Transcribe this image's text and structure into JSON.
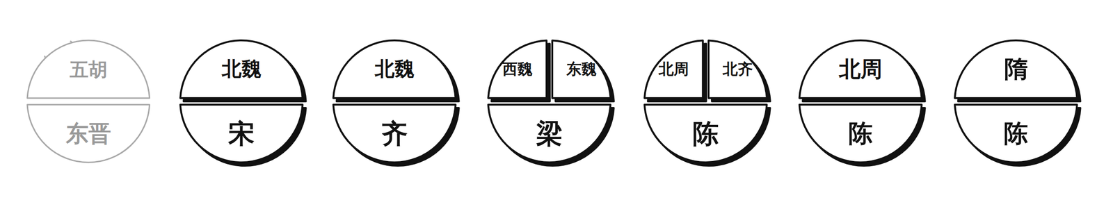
{
  "diagram": {
    "nodes": [
      {
        "text": [
          "五胡"
        ]
      },
      {
        "text": [
          "东晋"
        ]
      },
      {
        "text": [
          "北魏"
        ]
      },
      {
        "text": [
          "宋"
        ]
      },
      {
        "text": [
          "北魏"
        ]
      },
      {
        "text": [
          "齐"
        ]
      },
      {
        "text": [
          "西魏"
        ]
      },
      {
        "text": [
          "东魏"
        ]
      },
      {
        "text": [
          "梁"
        ]
      },
      {
        "text": [
          "北周"
        ]
      },
      {
        "text": [
          "北齐"
        ]
      },
      {
        "text": [
          "陈"
        ]
      },
      {
        "text": [
          "北周"
        ]
      },
      {
        "text": [
          "陈"
        ]
      },
      {
        "text": [
          "隋"
        ]
      },
      {
        "text": [
          "陈"
        ]
      }
    ]
  }
}
